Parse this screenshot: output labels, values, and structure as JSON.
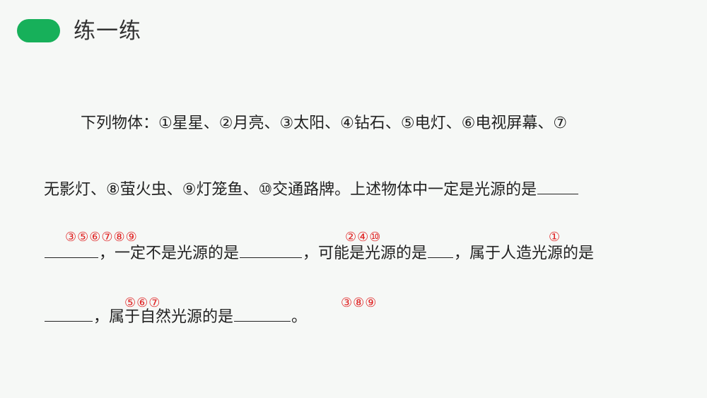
{
  "header": {
    "title": "练一练",
    "accent_color": "#17b05a"
  },
  "question": {
    "line1": "下列物体：①星星、②月亮、③太阳、④钻石、⑤电灯、⑥电视屏幕、⑦",
    "line2": "无影灯、⑧萤火虫、⑨灯笼鱼、⑩交通路牌。上述物体中一定是光源的是",
    "line3_part1": "，一定不是光源的是",
    "line3_part2": "，可能是光源的是",
    "line3_part3": "，属于人造光源的是",
    "line4_part1": "，属于自然光源的是",
    "line4_part2": "。"
  },
  "answers": {
    "definite_light_sources": "③⑤⑥⑦⑧⑨",
    "not_light_sources": "②④⑩",
    "possible_light_sources": "①",
    "artificial_light_sources": "⑤⑥⑦",
    "natural_light_sources": "③⑧⑨",
    "answer_color": "#e02424"
  }
}
